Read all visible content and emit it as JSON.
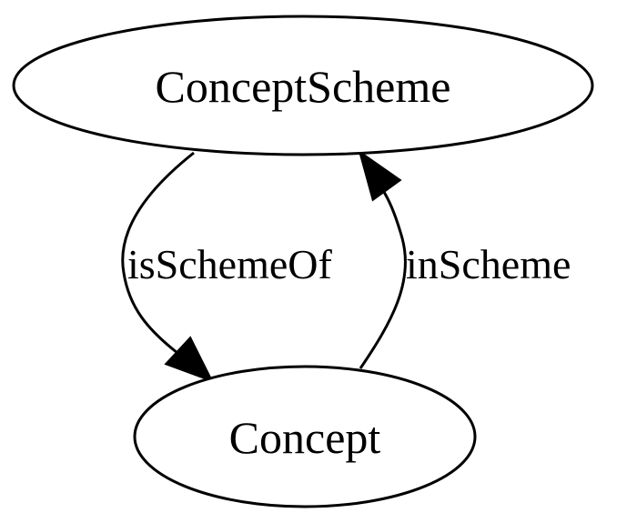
{
  "nodes": {
    "scheme": {
      "label": "ConceptScheme"
    },
    "concept": {
      "label": "Concept"
    }
  },
  "edges": {
    "is_scheme_of": {
      "label": "isSchemeOf"
    },
    "in_scheme": {
      "label": "inScheme"
    }
  },
  "colors": {
    "stroke": "#000000",
    "background": "#ffffff"
  }
}
